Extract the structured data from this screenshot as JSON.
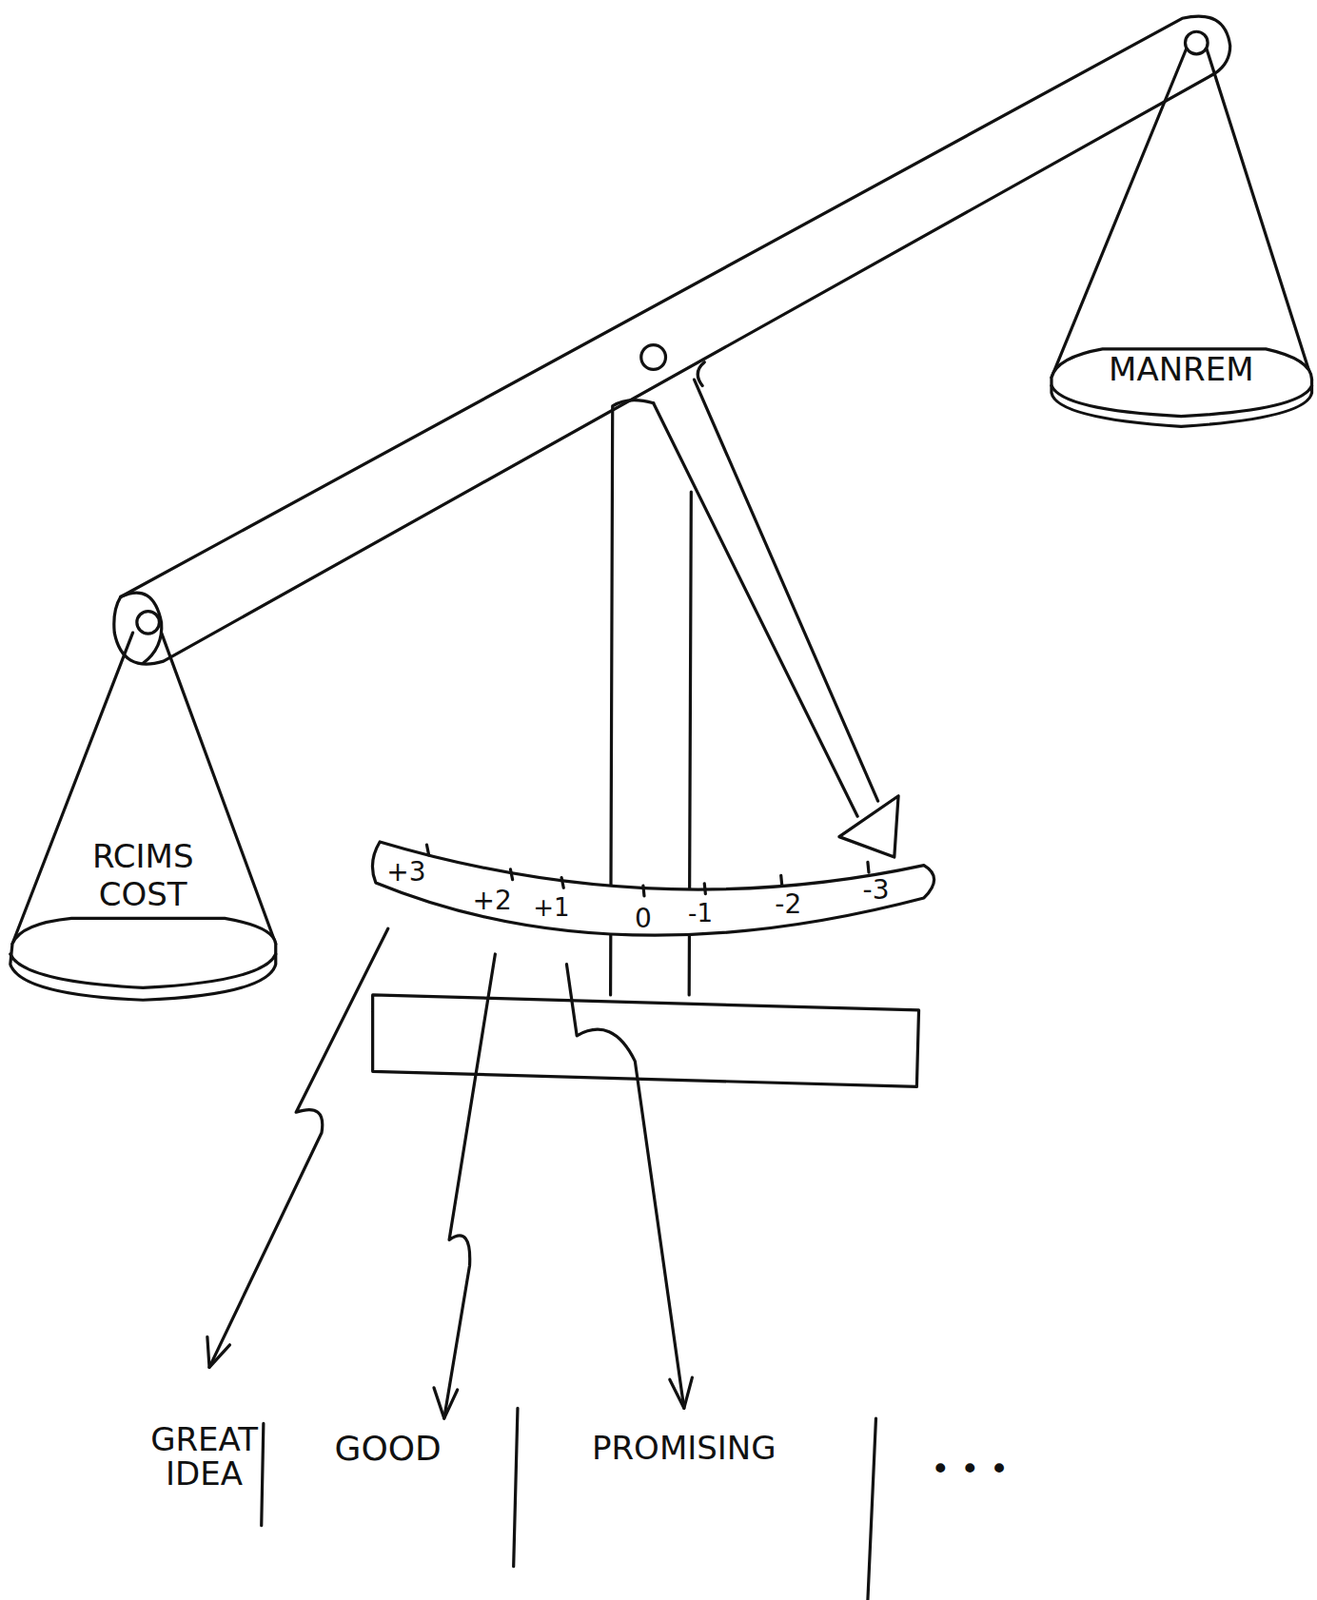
{
  "diagram": {
    "nodes": [
      {
        "text": [
          "MANREM"
        ]
      },
      {
        "text": [
          "RCIMS COST"
        ]
      }
    ],
    "labels": [
      "+3",
      "+2",
      "+1",
      "0",
      "-1",
      "-2",
      "-3",
      "GREAT IDEA",
      "GOOD",
      "PROMISING",
      "• • •"
    ]
  }
}
